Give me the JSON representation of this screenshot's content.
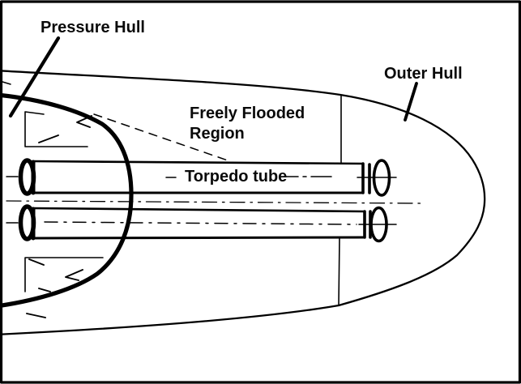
{
  "diagram": {
    "subject": "Submarine bow section line drawing showing pressure hull, outer hull, freely flooded region and torpedo tubes",
    "labels": {
      "pressure_hull": "Pressure Hull",
      "outer_hull": "Outer Hull",
      "freely_flooded_line1": "Freely Flooded",
      "freely_flooded_line2": "Region",
      "torpedo_tube": "Torpedo tube"
    },
    "colors": {
      "ink": "#000000",
      "text": "#0a0a0a",
      "background": "#ffffff",
      "frame": "#000000"
    }
  }
}
